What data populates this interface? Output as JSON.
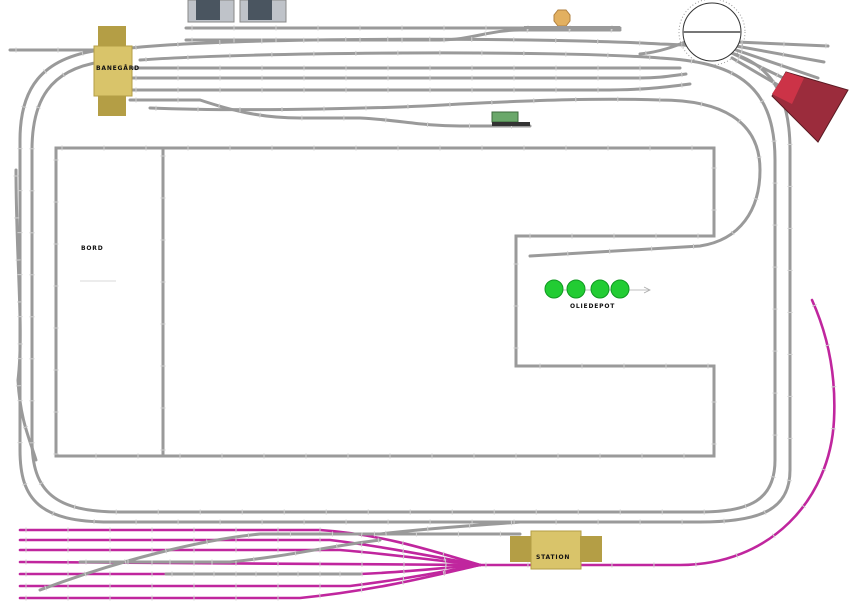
{
  "labels": {
    "bord": "BORD",
    "banegard": "BANEGÅRD",
    "oliedepot": "OLIEDEPOT",
    "station": "STATION"
  },
  "colors": {
    "track": "#9a9a9a",
    "track_new": "#c0269e",
    "building": "#d9c46a",
    "building_dark": "#b49e45",
    "tank": "#22cc33",
    "engine_shed": "#9b2c3c",
    "turntable": "#ffffff",
    "signal_house": "#e2b060",
    "wagon": "#5a9a5a"
  },
  "oil_tanks": 4,
  "icons": [
    "turntable-icon",
    "engine-shed-icon",
    "water-tower-icon",
    "wagon-icon",
    "building-icon"
  ]
}
